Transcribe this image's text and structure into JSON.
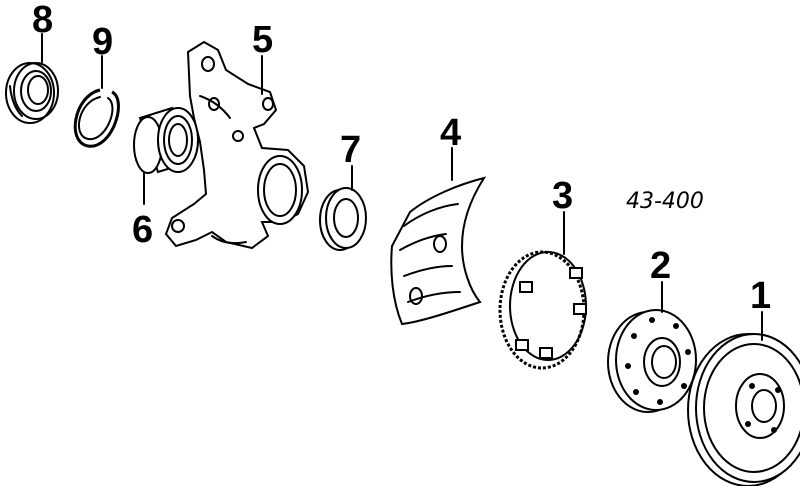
{
  "diagram": {
    "part_number": "43-400",
    "callouts": [
      {
        "id": "c1",
        "label": "1"
      },
      {
        "id": "c2",
        "label": "2"
      },
      {
        "id": "c3",
        "label": "3"
      },
      {
        "id": "c4",
        "label": "4"
      },
      {
        "id": "c5",
        "label": "5"
      },
      {
        "id": "c6",
        "label": "6"
      },
      {
        "id": "c7",
        "label": "7"
      },
      {
        "id": "c8",
        "label": "8"
      },
      {
        "id": "c9",
        "label": "9"
      }
    ]
  }
}
